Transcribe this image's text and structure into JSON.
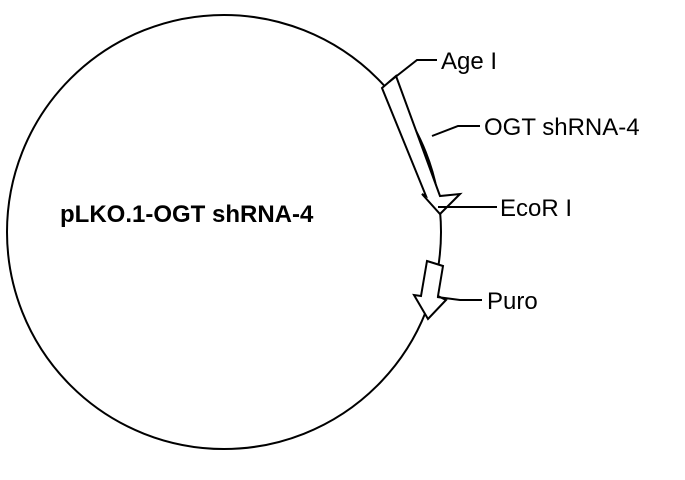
{
  "plasmid": {
    "name": "pLKO.1-OGT shRNA-4"
  },
  "features": {
    "age_i": "Age I",
    "ogt_shrna": "OGT shRNA-4",
    "ecor_i": "EcoR I",
    "puro": "Puro"
  },
  "colors": {
    "line": "#000000",
    "background": "#ffffff"
  }
}
